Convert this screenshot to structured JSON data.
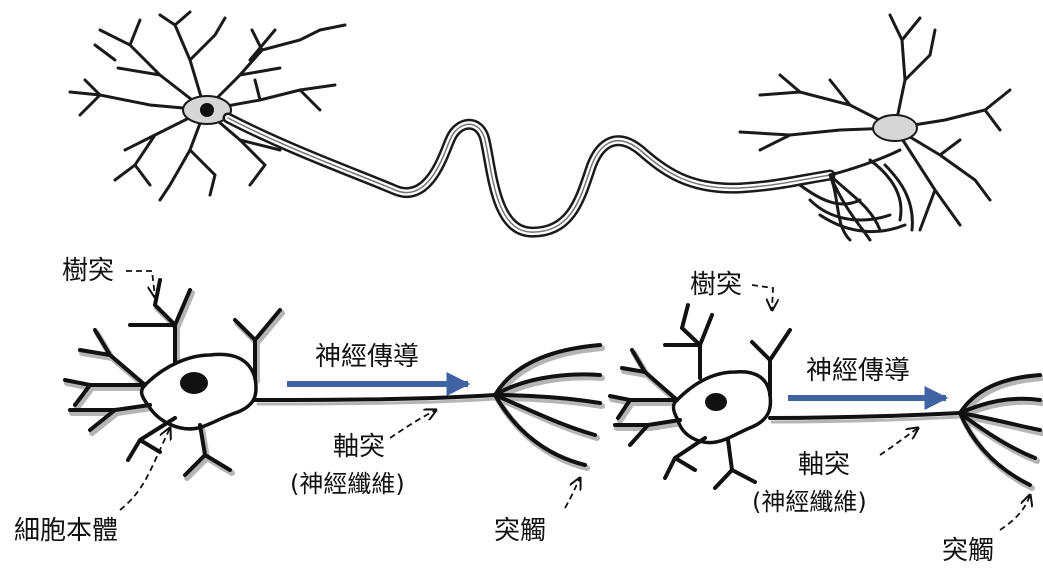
{
  "labels": {
    "left": {
      "dendrite": "樹突",
      "soma": "細胞本體",
      "conduction": "神經傳導",
      "axon": "軸突",
      "axon_alt": "(神經纖維)",
      "terminal": "突觸"
    },
    "right": {
      "dendrite": "樹突",
      "conduction": "神經傳導",
      "axon": "軸突",
      "axon_alt": "(神經纖維)",
      "terminal": "突觸"
    }
  },
  "colors": {
    "arrow": "#3f63a3",
    "ink": "#111111",
    "shade": "#b5b5b5"
  }
}
